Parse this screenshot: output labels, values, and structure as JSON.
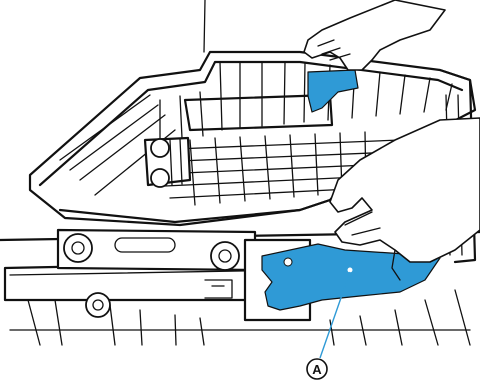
{
  "colors": {
    "background": "#ffffff",
    "line": "#111111",
    "handle_blue": "#2f9ad6",
    "callout_line": "#2f9ad6"
  },
  "callouts": [
    {
      "label": "A",
      "target": "rack-adjuster-handle-front"
    }
  ],
  "icons": {
    "callout_marker": "circled-letter"
  }
}
